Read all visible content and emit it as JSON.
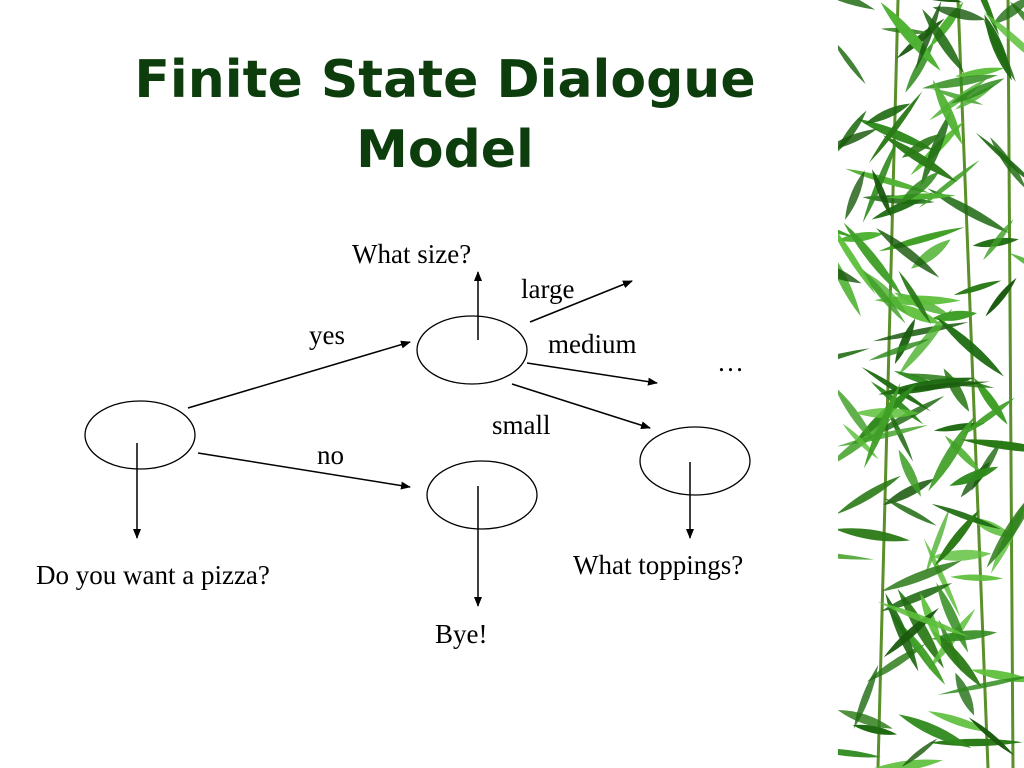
{
  "slide": {
    "title_line1": "Finite State Dialogue",
    "title_line2": "Model"
  },
  "diagram": {
    "states": {
      "start_prompt": "Do you want a pizza?",
      "size_prompt": "What size?",
      "bye_prompt": "Bye!",
      "toppings_prompt": "What toppings?"
    },
    "transitions": {
      "yes": "yes",
      "no": "no",
      "large": "large",
      "medium": "medium",
      "small": "small"
    },
    "continuation": "…"
  },
  "colors": {
    "title": "#0d3d0d",
    "decoration": "bamboo-leaves"
  }
}
